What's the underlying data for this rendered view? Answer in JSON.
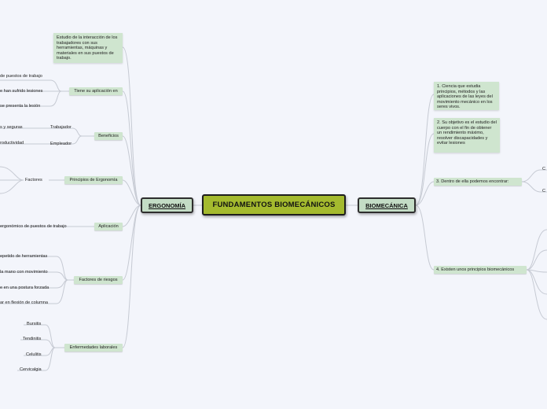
{
  "central": {
    "title": "FUNDAMENTOS BIOMECÁNICOS"
  },
  "left": {
    "title": "ERGONOMÍA",
    "definition": "Estudio de la interacción de los trabajadores con sus herramientas, máquinas y materiales en sus puestos de trabajo.",
    "branches": [
      {
        "label": "Tiene su aplicación en",
        "leaves": [
          "de puestos de trabajo",
          "e han sufrido lesiones",
          "se presenta la lesión"
        ]
      },
      {
        "label": "Beneficios",
        "leaves": [
          "Trabajador",
          "Empleador"
        ],
        "subleaves": [
          "s y seguras",
          "roductividad"
        ]
      },
      {
        "label": "Principios de Ergonomía",
        "leaves": [
          "Factores"
        ]
      },
      {
        "label": "Aplicación",
        "leaves": [
          "ergonómico de puestos de trabajo"
        ]
      },
      {
        "label": "Factores de riesgos",
        "leaves": [
          "epetido de herramientas",
          "la mano con movimiento",
          "e en una postura forzada",
          "ar en flexión de columna"
        ]
      },
      {
        "label": "Enfermedades laborales",
        "leaves": [
          "Bursitis",
          "Tendinitis",
          "Celulitis",
          "Cervicalgia"
        ]
      }
    ]
  },
  "right": {
    "title": "BIOMECÁNICA",
    "items": [
      {
        "label": "1. Ciencia que estudia principios, métodos y las aplicaciones de las leyes del movimiento mecánico en los seres vivos."
      },
      {
        "label": "2. Su objetivo es el estudio del cuerpo con el fin de obtener un rendimiento máximo, resolver discapacidades y evitar lesiones"
      },
      {
        "label": "3. Dentro de ella podemos encontrar:",
        "leaves": [
          "C",
          "C"
        ]
      },
      {
        "label": "4. Existen unos principios biomecánicos"
      }
    ]
  },
  "colors": {
    "central": "#a4ba2e",
    "main": "#c3dcc5",
    "sub": "#cfe5cf",
    "line": "#c4c8d2",
    "background": "#f3f5fb"
  }
}
